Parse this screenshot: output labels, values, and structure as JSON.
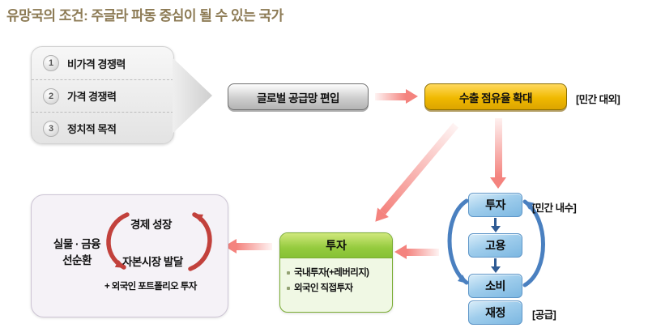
{
  "title": "유망국의 조건: 주글라 파동 중심이 될 수 있는 국가",
  "conditions": {
    "items": [
      {
        "num": "1",
        "label": "비가격 경쟁력"
      },
      {
        "num": "2",
        "label": "가격 경쟁력"
      },
      {
        "num": "3",
        "label": "정치적 목적"
      }
    ]
  },
  "flow": {
    "global_supply": "글로벌 공급망 편입",
    "export_share": "수출 점유율 확대",
    "label_private_external": "[민간 대외]",
    "label_private_domestic": "[민간 내수]",
    "label_supply": "[공급]"
  },
  "chain": {
    "items": [
      {
        "label": "투자"
      },
      {
        "label": "고용"
      },
      {
        "label": "소비"
      },
      {
        "label": "재정"
      }
    ]
  },
  "investment_box": {
    "title": "투자",
    "bullets": [
      "국내투자(+레버리지)",
      "외국인 직접투자"
    ]
  },
  "cycle_box": {
    "side_label_line1": "실물 · 금융",
    "side_label_line2": "선순환",
    "top": "경제 성장",
    "bottom": "자본시장 발달",
    "note": "+ 외국인 포트폴리오 투자"
  },
  "colors": {
    "title_text": "#8d7b55",
    "gold_box": "#f0b900",
    "gray_box": "#c6c6c6",
    "blue_box": "#8fc3e8",
    "green_header": "#8cc63e",
    "green_body": "#f0f8e4",
    "purple_box": "#f5f2f7",
    "pink_arrow": "#f4837e",
    "red_cycle_arrow": "#c2413c",
    "blue_cycle_arrow": "#4a80c0",
    "dark_blue_connector": "#2f5b94"
  }
}
